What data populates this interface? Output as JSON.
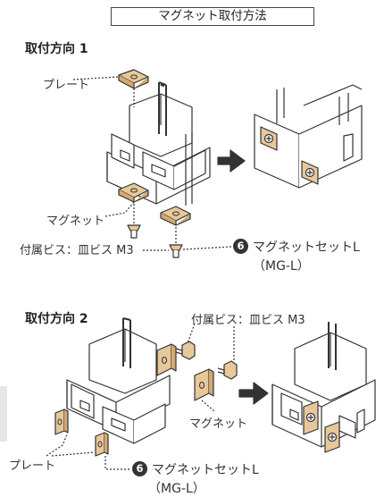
{
  "title": "マグネット取付方法",
  "section1": {
    "heading": "取付方向 1",
    "label_plate": "プレート",
    "label_magnet": "マグネット",
    "label_screw": "付属ビス：皿ビス M3",
    "set_number": "6",
    "set_name": "マグネットセットL",
    "set_code": "（MG-L）"
  },
  "section2": {
    "heading": "取付方向 2",
    "label_screw": "付属ビス：皿ビス M3",
    "label_magnet": "マグネット",
    "label_plate": "プレート",
    "set_number": "6",
    "set_name": "マグネットセットL",
    "set_code": "（MG-L）"
  },
  "colors": {
    "magnet": "#e7c89a",
    "line": "#333333",
    "arrow": "#333333"
  }
}
